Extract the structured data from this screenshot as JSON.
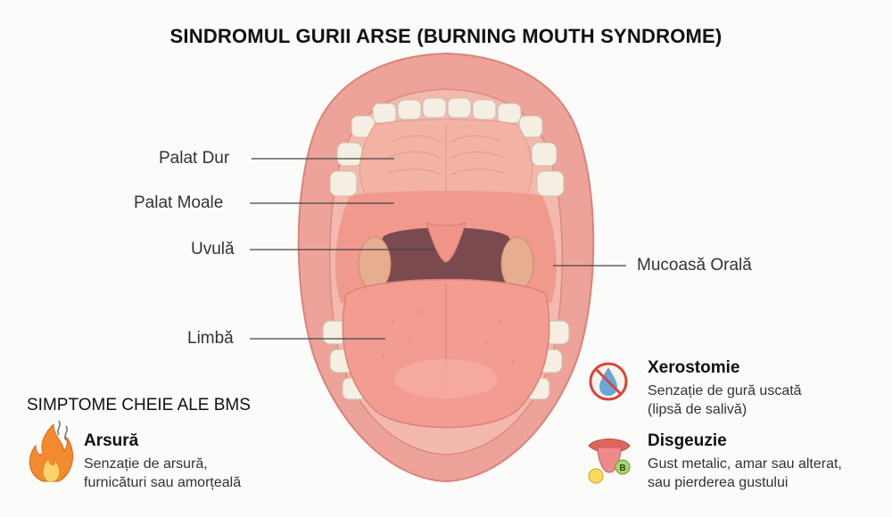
{
  "title": "SINDROMUL GURII ARSE (BURNING MOUTH SYNDROME)",
  "labels": {
    "palat_dur": "Palat Dur",
    "palat_moale": "Palat Moale",
    "uvula": "Uvulă",
    "limba": "Limbă",
    "mucoasa": "Mucoasă Orală"
  },
  "symptoms": {
    "heading": "SIMPTOME CHEIE ALE BMS",
    "arsura": {
      "title": "Arsură",
      "desc_1": "Senzație de arsură,",
      "desc_2": "furnicături sau amorțeală"
    },
    "xerostomie": {
      "title": "Xerostomie",
      "desc_1": "Senzație de gură uscată",
      "desc_2": "(lipsă de salivă)"
    },
    "disgeuzie": {
      "title": "Disgeuzie",
      "desc_1": "Gust metalic, amar sau alterat,",
      "desc_2": "sau pierderea gustului",
      "badge": "B"
    }
  },
  "colors": {
    "lip": "#eea39a",
    "lip_dark": "#d9837a",
    "gum": "#f3b8ae",
    "cavity": "#f08f86",
    "throat": "#7a4a4e",
    "tongue": "#f39c92",
    "teeth": "#f4efe2"
  }
}
